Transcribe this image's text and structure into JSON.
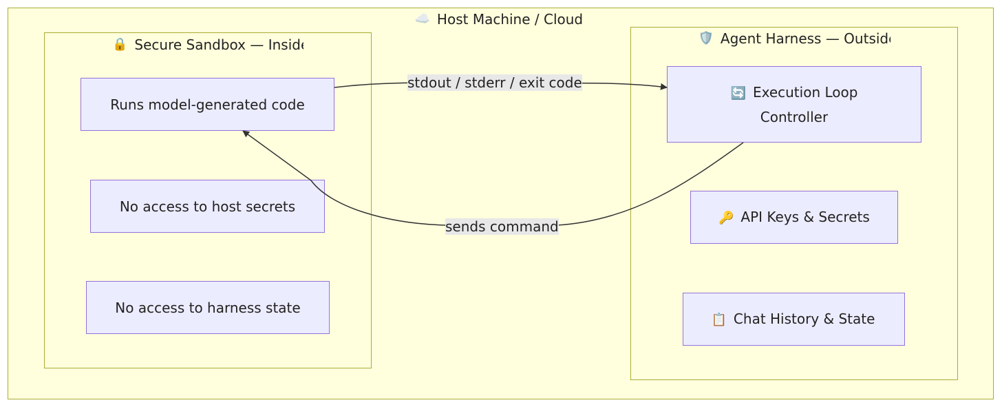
{
  "colors": {
    "cluster_fill": "#ffffde",
    "cluster_stroke": "#aaaa33",
    "node_fill": "#ececff",
    "node_stroke": "#9370db",
    "edge_stroke": "#333333",
    "edge_label_bg": "#e8e8e8"
  },
  "host": {
    "icon": "cloud-icon",
    "icon_glyph": "☁️",
    "title": "Host Machine / Cloud"
  },
  "sandbox": {
    "icon": "lock-icon",
    "icon_glyph": "🔒",
    "title": "Secure Sandbox — Inside",
    "nodes": {
      "runs_code": "Runs model-generated code",
      "no_secrets": "No access to host secrets",
      "no_state": "No access to harness state"
    }
  },
  "harness": {
    "icon": "shield-icon",
    "icon_glyph": "🛡️",
    "title": "Agent Harness — Outside",
    "nodes": {
      "loop_icon": "refresh-icon",
      "loop_icon_glyph": "🔄",
      "loop_line1": "Execution Loop",
      "loop_line2": "Controller",
      "keys_icon": "key-icon",
      "keys_icon_glyph": "🔑",
      "keys": "API Keys & Secrets",
      "history_icon": "clipboard-icon",
      "history_icon_glyph": "📋",
      "history": "Chat History & State"
    }
  },
  "edges": {
    "output_label": "stdout / stderr / exit code",
    "command_label": "sends command"
  }
}
